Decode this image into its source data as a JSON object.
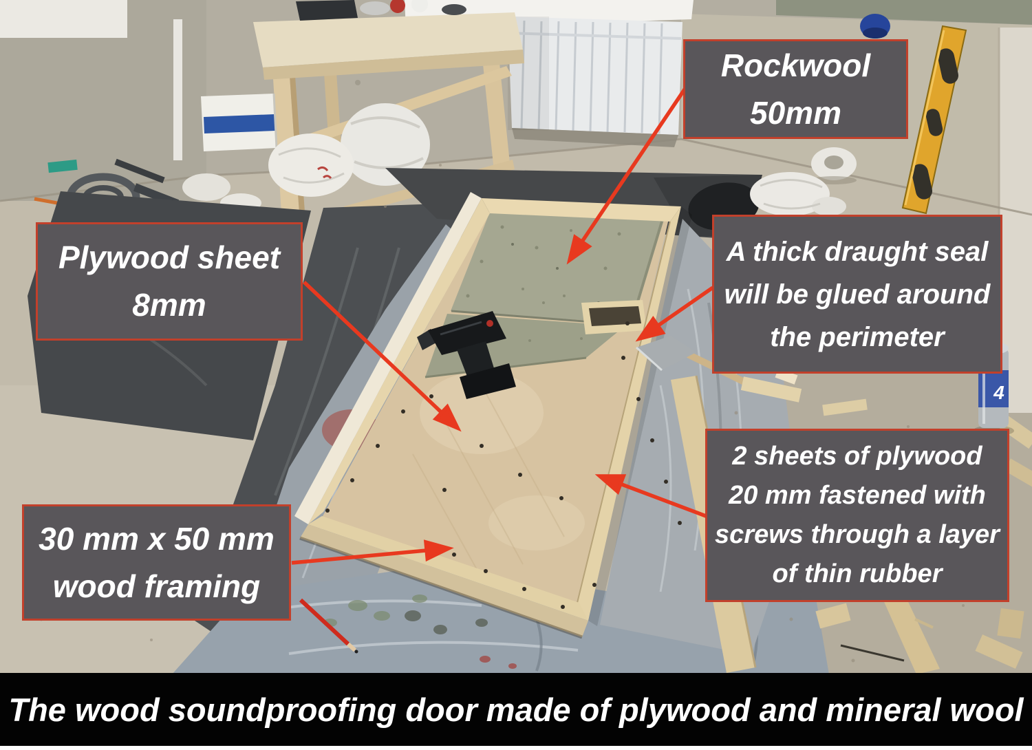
{
  "colors": {
    "label_bg": "#59565a",
    "label_border": "#c2402b",
    "arrow": "#e8391f",
    "caption_bg": "#030303",
    "label_text": "#ffffff"
  },
  "annotations": {
    "labels": [
      {
        "name": "rockwool",
        "text": "Rockwool\n50mm"
      },
      {
        "name": "plywood-sheet",
        "text": "Plywood sheet\n8mm"
      },
      {
        "name": "draught-seal",
        "text": "A thick draught seal\nwill be glued around\nthe perimeter"
      },
      {
        "name": "wood-framing",
        "text": "30 mm x 50 mm\nwood framing"
      },
      {
        "name": "plywood-layers",
        "text": "2 sheets of plywood\n20 mm fastened with\nscrews through a layer\nof thin rubber"
      }
    ]
  },
  "caption": {
    "text": "The wood soundproofing door made of plywood and mineral wool"
  },
  "scene": {
    "spray_can_label": "4"
  }
}
